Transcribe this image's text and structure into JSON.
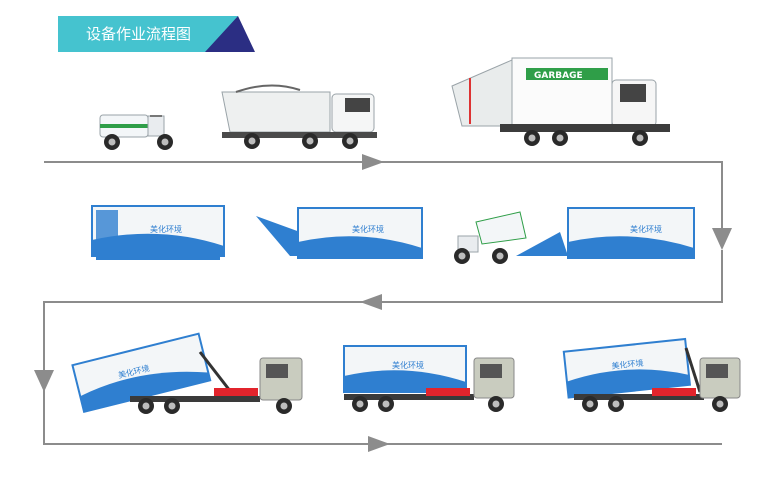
{
  "header": {
    "title": "设备作业流程图",
    "colors": {
      "banner_light": "#45c3cf",
      "banner_dark": "#2b2e83"
    }
  },
  "truck_labels": {
    "garbage": "GARBAGE",
    "container_brand": "美化环境"
  },
  "colors": {
    "flow_line": "#8c8c8c",
    "container_blue": "#2f7fd0",
    "container_white": "#f3f6f8",
    "cab_gray": "#c9ccbf",
    "accent_red": "#e2242c",
    "green_stripe": "#2f9e48",
    "wheel": "#2a2a2a"
  },
  "icons": [
    "arrow-right-icon",
    "arrow-down-icon",
    "arrow-left-icon"
  ]
}
